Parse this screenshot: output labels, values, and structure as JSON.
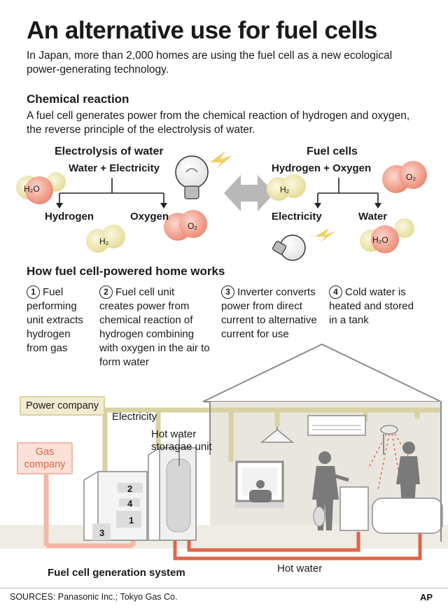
{
  "header": {
    "title": "An alternative use for fuel cells",
    "subtitle": "In Japan, more than 2,000 homes are using the fuel cell as a new ecological power-generating technology."
  },
  "chemical_reaction": {
    "heading": "Chemical reaction",
    "text": "A fuel cell generates power from the chemical reaction of hydrogen and oxygen, the reverse principle of the electrolysis of water."
  },
  "electrolysis": {
    "title": "Electrolysis of water",
    "input": "Water + Electricity",
    "outputs": [
      "Hydrogen",
      "Oxygen"
    ],
    "molecules": {
      "water": "H₂O",
      "hydrogen": "H₂",
      "oxygen": "O₂"
    }
  },
  "fuel_cells": {
    "title": "Fuel cells",
    "input": "Hydrogen + Oxygen",
    "outputs": [
      "Electricity",
      "Water"
    ],
    "molecules": {
      "hydrogen": "H₂",
      "oxygen": "O₂",
      "water": "H₂O"
    }
  },
  "home": {
    "heading": "How fuel cell-powered home works",
    "steps": [
      {
        "num": "1",
        "text": "Fuel performing unit extracts hydrogen from gas"
      },
      {
        "num": "2",
        "text": "Fuel cell unit creates power from chemical reaction of hydrogen combining with oxygen in the air to form water"
      },
      {
        "num": "3",
        "text": "Inverter converts power from direct current to alternative current for use"
      },
      {
        "num": "4",
        "text": "Cold water is heated and stored in a tank"
      }
    ]
  },
  "house": {
    "power_company": "Power company",
    "gas_company": "Gas company",
    "electricity": "Electricity",
    "storage": "Hot water storagae unit",
    "hot_water": "Hot water",
    "system": "Fuel cell generation system",
    "unit_numbers": [
      "1",
      "2",
      "3",
      "4"
    ]
  },
  "colors": {
    "power": "#d8d2a2",
    "gas": "#f4b8a8",
    "hot_water": "#e0654a",
    "house": "#8c8c8c",
    "molecule_yellow": "#efe7ae",
    "molecule_red": "#f0a090"
  },
  "footer": {
    "sources": "SOURCES: Panasonic Inc.; Tokyo Gas Co.",
    "credit": "AP"
  }
}
